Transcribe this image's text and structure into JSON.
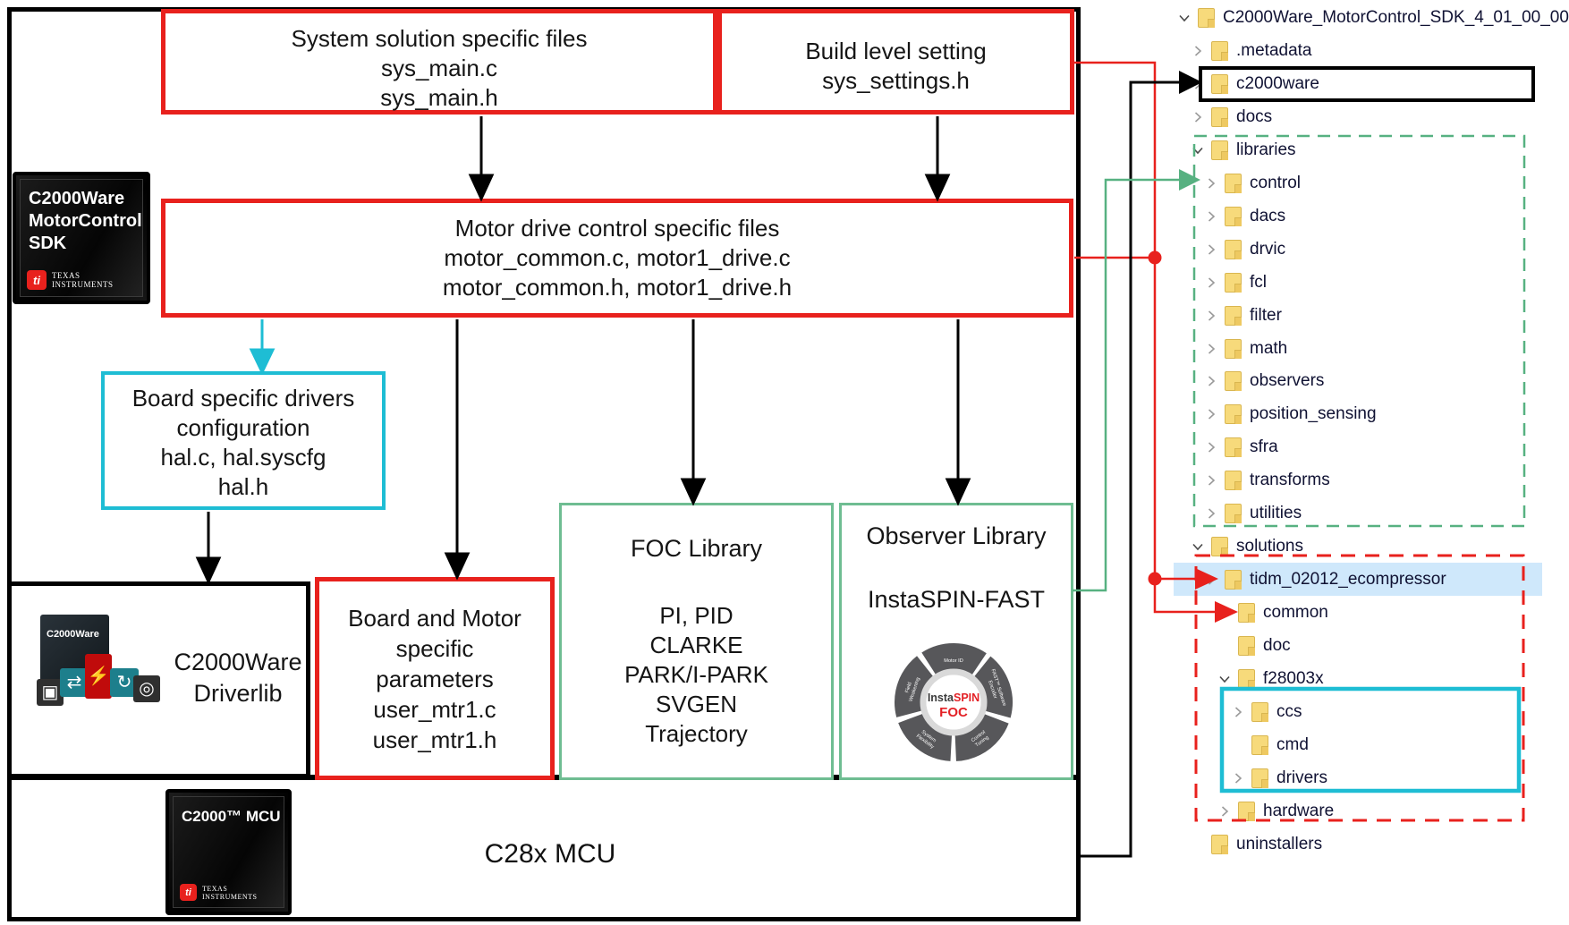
{
  "diagram": {
    "box_system": {
      "lines": [
        "System solution specific files",
        "sys_main.c",
        "sys_main.h"
      ]
    },
    "box_build": {
      "lines": [
        "Build level setting",
        "sys_settings.h"
      ]
    },
    "box_motor": {
      "lines": [
        "Motor drive control specific files",
        "motor_common.c, motor1_drive.c",
        "motor_common.h, motor1_drive.h"
      ]
    },
    "box_drivers_cfg": {
      "lines": [
        "Board specific drivers",
        "configuration",
        "hal.c, hal.syscfg",
        "hal.h"
      ]
    },
    "box_driverlib": {
      "lines": [
        "C2000Ware",
        "Driverlib"
      ]
    },
    "box_params": {
      "lines": [
        "Board and Motor",
        "specific",
        "parameters",
        "user_mtr1.c",
        "user_mtr1.h"
      ]
    },
    "box_foc": {
      "title": "FOC Library",
      "items": [
        "PI, PID",
        "CLARKE",
        "PARK/I-PARK",
        "SVGEN",
        "Trajectory"
      ]
    },
    "box_observer": {
      "title": "Observer Library",
      "subtitle": "InstaSPIN-FAST"
    },
    "mcu_label": "C28x MCU",
    "logos": {
      "sdk": {
        "lines": [
          "C2000Ware",
          "MotorControl",
          "SDK"
        ],
        "ti": "ti",
        "brand_line1": "TEXAS",
        "brand_line2": "INSTRUMENTS"
      },
      "mcu": {
        "title": "C2000™ MCU",
        "ti": "ti",
        "brand_line1": "TEXAS",
        "brand_line2": "INSTRUMENTS"
      },
      "driverlib_tile": "C2000Ware",
      "instaspin": {
        "center_brand_black": "Insta",
        "center_brand_red": "SPIN",
        "center_sub": "FOC",
        "segments": [
          "Motor ID",
          "FAST™ Software Encoder",
          "Control Tuning",
          "System Flexibility",
          "Field Weakening"
        ]
      }
    },
    "colors": {
      "red": "#e8211d",
      "cyan": "#1ebdd4",
      "green_box": "#6fbd92",
      "green_line": "#57b181",
      "folder_fill": "#f7da7b",
      "selection_bg": "#cfe8fb",
      "black": "#000000"
    }
  },
  "tree": {
    "rows": [
      {
        "label": "C2000Ware_MotorControl_SDK_4_01_00_00",
        "level": 0,
        "chevron": "down"
      },
      {
        "label": ".metadata",
        "level": 1,
        "chevron": "right"
      },
      {
        "label": "c2000ware",
        "level": 1,
        "chevron": "right",
        "boxed": true
      },
      {
        "label": "docs",
        "level": 1,
        "chevron": "right"
      },
      {
        "label": "libraries",
        "level": 1,
        "chevron": "down"
      },
      {
        "label": "control",
        "level": 2,
        "chevron": "right"
      },
      {
        "label": "dacs",
        "level": 2,
        "chevron": "right"
      },
      {
        "label": "drvic",
        "level": 2,
        "chevron": "right"
      },
      {
        "label": "fcl",
        "level": 2,
        "chevron": "right"
      },
      {
        "label": "filter",
        "level": 2,
        "chevron": "right"
      },
      {
        "label": "math",
        "level": 2,
        "chevron": "right"
      },
      {
        "label": "observers",
        "level": 2,
        "chevron": "right"
      },
      {
        "label": "position_sensing",
        "level": 2,
        "chevron": "right"
      },
      {
        "label": "sfra",
        "level": 2,
        "chevron": "right"
      },
      {
        "label": "transforms",
        "level": 2,
        "chevron": "right"
      },
      {
        "label": "utilities",
        "level": 2,
        "chevron": "right"
      },
      {
        "label": "solutions",
        "level": 1,
        "chevron": "down"
      },
      {
        "label": "tidm_02012_ecompressor",
        "level": 2,
        "chevron": "right",
        "selected": true
      },
      {
        "label": "common",
        "level": 3,
        "chevron": "right"
      },
      {
        "label": "doc",
        "level": 3,
        "chevron": "none"
      },
      {
        "label": "f28003x",
        "level": 3,
        "chevron": "down"
      },
      {
        "label": "ccs",
        "level": 4,
        "chevron": "right"
      },
      {
        "label": "cmd",
        "level": 4,
        "chevron": "none"
      },
      {
        "label": "drivers",
        "level": 4,
        "chevron": "right"
      },
      {
        "label": "hardware",
        "level": 3,
        "chevron": "right"
      },
      {
        "label": "uninstallers",
        "level": 1,
        "chevron": "none"
      }
    ]
  }
}
